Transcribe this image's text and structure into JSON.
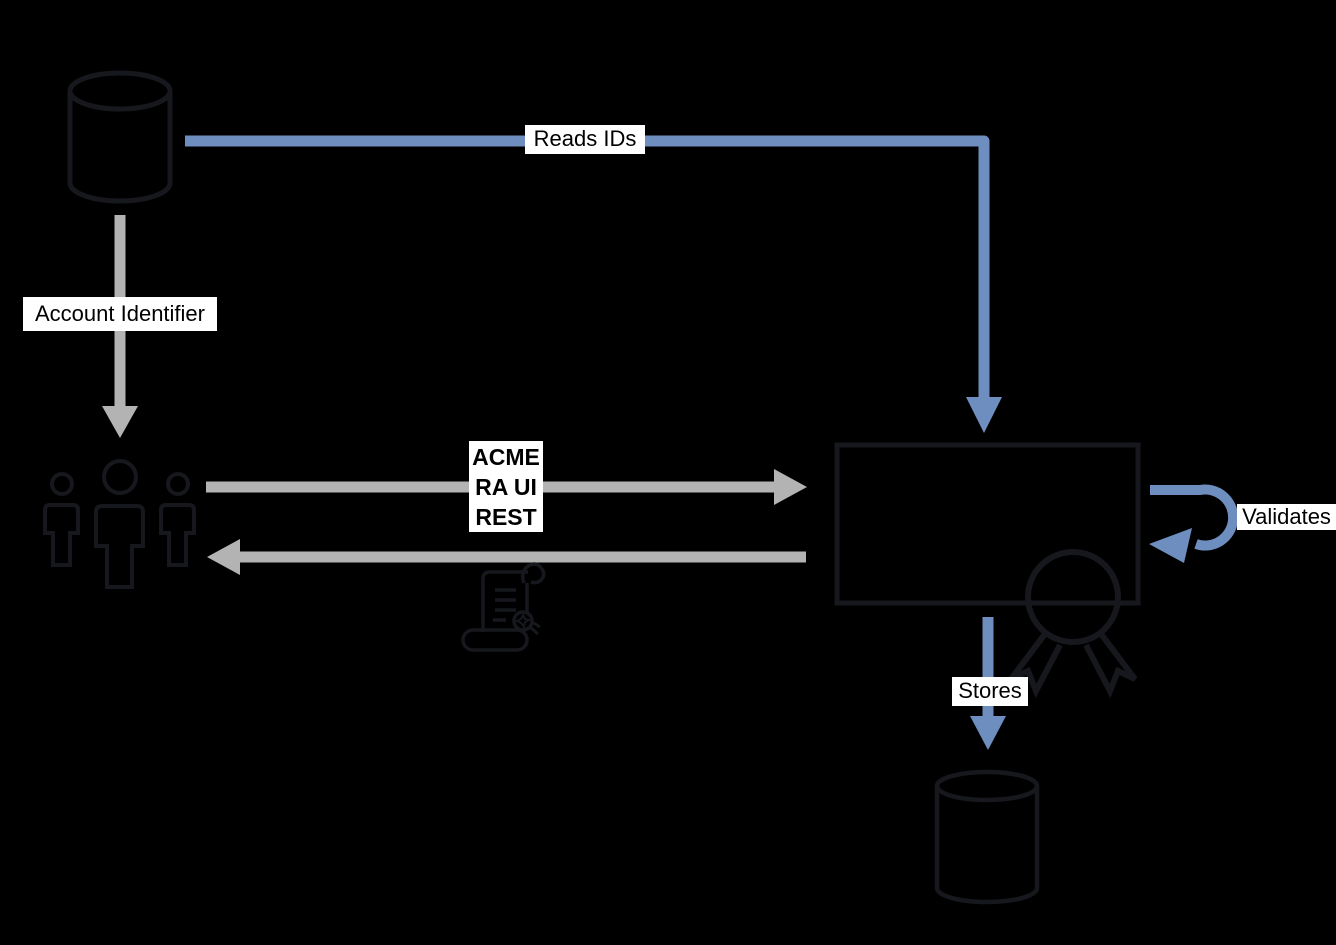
{
  "diagram": {
    "type": "flow-diagram",
    "background": "#000000",
    "colors": {
      "background": "#000000",
      "blue": "#6e8ebf",
      "gray": "#b3b3b3",
      "ink": "#16181d",
      "label_bg": "#ffffff",
      "label_text": "#000000"
    },
    "nodes": [
      {
        "id": "source-database",
        "icon": "database-cylinder",
        "position": "top-left"
      },
      {
        "id": "users-group",
        "icon": "users-group",
        "position": "middle-left"
      },
      {
        "id": "processing-box",
        "icon": "rectangle",
        "position": "middle-right"
      },
      {
        "id": "award-rosette",
        "icon": "award-rosette",
        "position": "on-processing-box-bottom-right"
      },
      {
        "id": "certificate-scroll",
        "icon": "certificate-scroll",
        "position": "center-bottom-of-response-arrow"
      },
      {
        "id": "storage-database",
        "icon": "database-cylinder",
        "position": "bottom-right"
      }
    ],
    "edges": [
      {
        "id": "reads-ids",
        "from": "source-database",
        "to": "processing-box",
        "color": "blue",
        "label": "Reads IDs"
      },
      {
        "id": "account-identifier",
        "from": "source-database",
        "to": "users-group",
        "color": "gray",
        "label": "Account Identifier"
      },
      {
        "id": "request",
        "from": "users-group",
        "to": "processing-box",
        "color": "gray",
        "label": "ACME RA UI REST"
      },
      {
        "id": "response",
        "from": "processing-box",
        "to": "users-group",
        "color": "gray",
        "label": ""
      },
      {
        "id": "validates",
        "from": "processing-box",
        "to": "processing-box",
        "color": "blue",
        "label": "Validates"
      },
      {
        "id": "stores",
        "from": "processing-box",
        "to": "storage-database",
        "color": "blue",
        "label": "Stores"
      }
    ]
  },
  "labels": {
    "reads_ids": "Reads IDs",
    "account_identifier": "Account Identifier",
    "acme": {
      "line1": "ACME",
      "line2": "RA UI",
      "line3": "REST"
    },
    "validates": "Validates",
    "stores": "Stores"
  }
}
